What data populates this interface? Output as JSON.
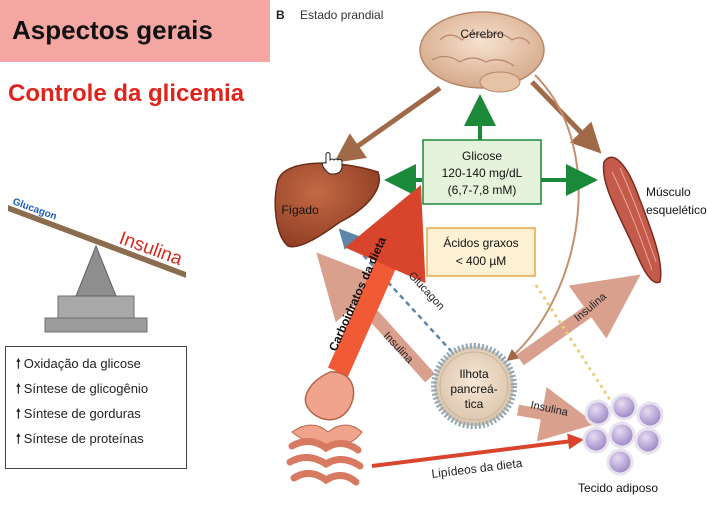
{
  "header": {
    "title": "Aspectos gerais",
    "subtitle": "Controle da glicemia"
  },
  "balance": {
    "left_label": "Glucagon",
    "right_label": "Insulina"
  },
  "effects_list": {
    "arrow_symbol": "🠑",
    "items": [
      "Oxidação da glicose",
      "Síntese de glicogênio",
      "Síntese de gorduras",
      "Síntese de proteínas"
    ]
  },
  "diagram": {
    "panel_letter": "B",
    "panel_title": "Estado prandial",
    "nodes": {
      "brain": "Cérebro",
      "liver": "Fígado",
      "muscle_line1": "Músculo",
      "muscle_line2": "esquelético",
      "pancreas_line1": "Ilhota",
      "pancreas_line2": "pancreá-",
      "pancreas_line3": "tica",
      "adipose": "Tecido adiposo"
    },
    "glucose_box": {
      "line1": "Glicose",
      "line2": "120-140 mg/dL",
      "line3": "(6,7-7,8 mM)"
    },
    "fatty_acids_box": {
      "line1": "Ácidos graxos",
      "line2": "< 400 µM"
    },
    "arrow_labels": {
      "dietary_carbs": "Carboidratos da dieta",
      "glucagon": "Glucagon",
      "insulin_liver": "Insulina",
      "insulin_muscle": "Insulina",
      "insulin_adipose": "Insulina",
      "dietary_lipids": "Lipídeos da dieta"
    }
  },
  "colors": {
    "title_bg": "#f4a6a2",
    "subtitle_red": "#e0241b",
    "green_arrows": "#1a8a3a",
    "glucose_box_bg": "#e6f3dc",
    "fatty_box_bg": "#fdf1d4",
    "fatty_box_border": "#e3a84a",
    "carbs_arrow": "#f05a35",
    "hormone_arrows": "#d9a08e",
    "brain_arrows": "#a06a48"
  }
}
